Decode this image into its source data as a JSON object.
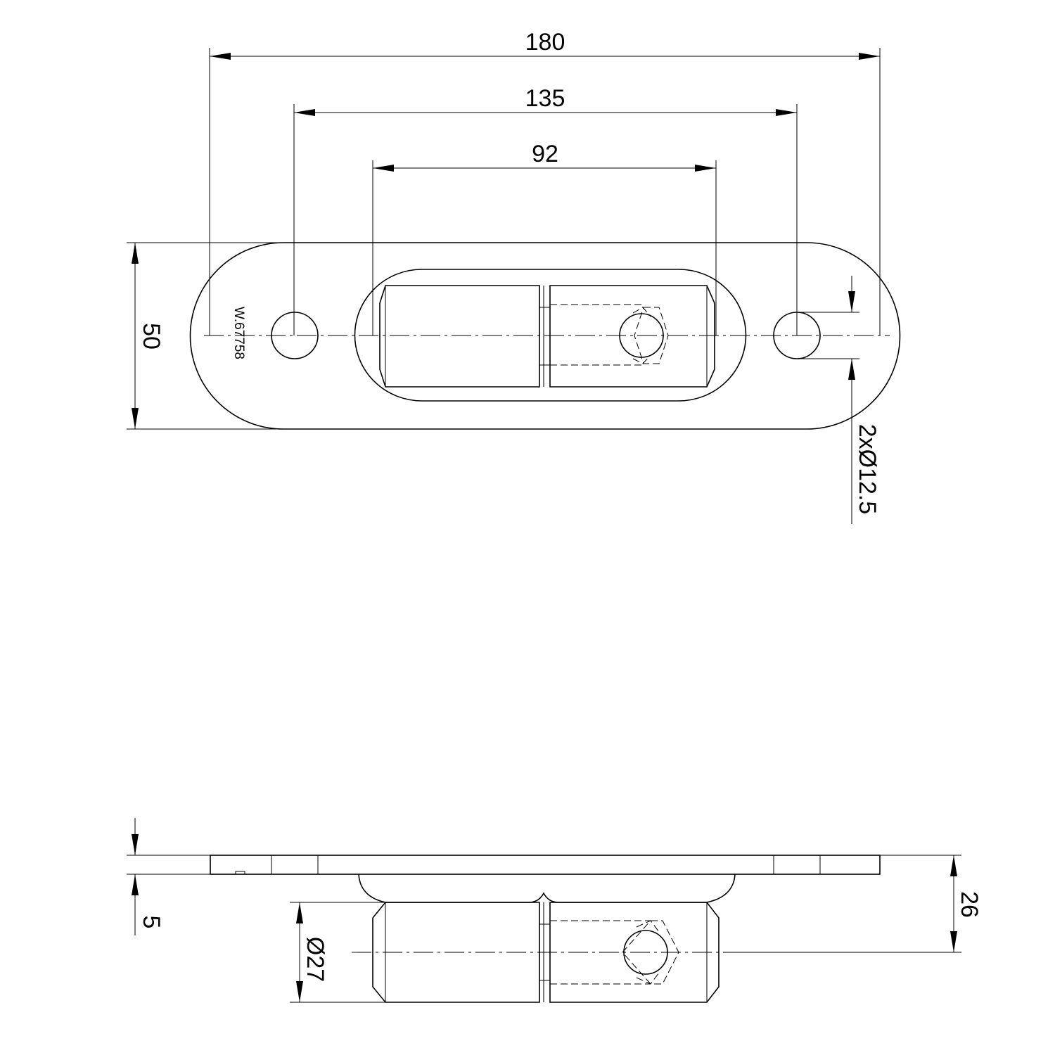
{
  "dimensions": {
    "overall_length": "180",
    "hole_spacing": "135",
    "cylinder_length": "92",
    "plate_width": "50",
    "holes": "2xØ12.5",
    "plate_thickness": "5",
    "overall_height": "26",
    "cylinder_diameter": "Ø27"
  },
  "part_marking": "W.67758"
}
